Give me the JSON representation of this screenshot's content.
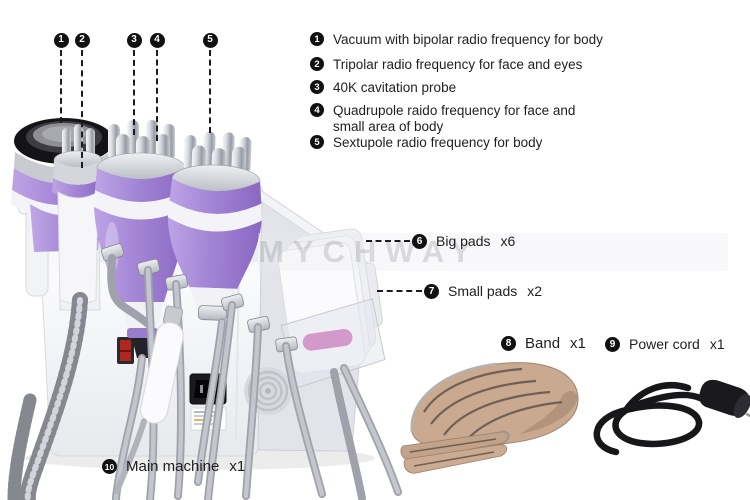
{
  "watermark": {
    "text": "MYCHWAY"
  },
  "features": {
    "items": [
      {
        "num": "1",
        "text": "Vacuum with bipolar radio frequency for body"
      },
      {
        "num": "2",
        "text": "Tripolar radio frequency for face and eyes"
      },
      {
        "num": "3",
        "text": "40K cavitation probe"
      },
      {
        "num": "4",
        "text": "Quadrupole raido frequency for face and small area of body"
      },
      {
        "num": "5",
        "text": "Sextupole radio frequency for body"
      }
    ]
  },
  "pointers": {
    "items": [
      {
        "num": "1"
      },
      {
        "num": "2"
      },
      {
        "num": "3"
      },
      {
        "num": "4"
      },
      {
        "num": "5"
      }
    ]
  },
  "parts": {
    "big_pads": {
      "num": "6",
      "label": "Big pads",
      "qty": "x6"
    },
    "small_pads": {
      "num": "7",
      "label": "Small pads",
      "qty": "x2"
    },
    "band": {
      "num": "8",
      "label": "Band",
      "qty": "x1"
    },
    "power_cord": {
      "num": "9",
      "label": "Power cord",
      "qty": "x1"
    },
    "main_machine": {
      "num": "10",
      "label": "Main machine",
      "qty": "x1"
    }
  },
  "colors": {
    "badge": "#111111",
    "text": "#1f1f1f",
    "purple": "#a385d5",
    "purple_dark": "#8a68c2",
    "white_band": "#f4f4f8",
    "machine_face": "#f8f9fb",
    "machine_side": "#e2e4e9",
    "cable": "#b5b8bf",
    "hose": "#a7aab1",
    "chrome": "#c9ccd1",
    "pink": "#c23ca3",
    "band_beige": "#c9a98f",
    "band_stripe": "#6e6056",
    "cord_black": "#17171a"
  }
}
